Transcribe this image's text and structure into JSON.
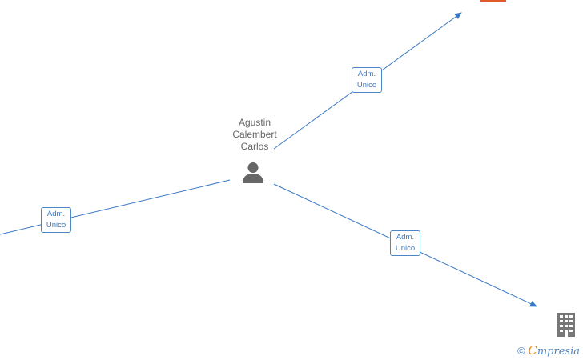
{
  "person": {
    "name_lines": [
      "Agustin",
      "Calembert",
      "Carlos"
    ],
    "icon": "person-icon"
  },
  "edges": [
    {
      "label_line1": "Adm.",
      "label_line2": "Unico",
      "direction": "to-top-right"
    },
    {
      "label_line1": "Adm.",
      "label_line2": "Unico",
      "direction": "to-left"
    },
    {
      "label_line1": "Adm.",
      "label_line2": "Unico",
      "direction": "to-bottom-right"
    }
  ],
  "company": {
    "icon": "building-icon"
  },
  "footer": {
    "copyright": "©",
    "brand_first": "C",
    "brand_rest": "mpresia"
  },
  "colors": {
    "edge": "#3a78c2",
    "label_text": "#3a78c2",
    "person": "#666666",
    "accent": "#e05a2b"
  }
}
